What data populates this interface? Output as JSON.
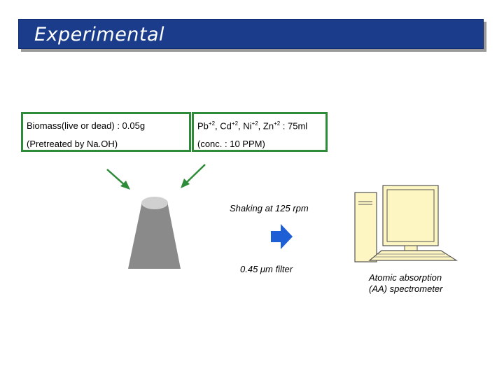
{
  "header": {
    "title": "Experimental"
  },
  "reagents": {
    "biomass_line1": "Biomass(live or dead) : 0.05g",
    "biomass_line2": "(Pretreated by Na.OH)",
    "metals": {
      "pb": "Pb",
      "pb_charge": "+2",
      "cd": "Cd",
      "cd_charge": "+2",
      "ni": "Ni",
      "ni_charge": "+2",
      "zn": "Zn",
      "zn_charge": "+2",
      "volume": " : 75ml"
    },
    "metals_line2": "(conc. : 10 PPM)"
  },
  "process": {
    "shaking": "Shaking at 125 rpm",
    "filter_size": "0.45 ",
    "filter_unit": "μm",
    "filter_word": " filter"
  },
  "instrument": {
    "line1": "Atomic absorption",
    "line2": "(AA) spectrometer"
  },
  "colors": {
    "title_bar": "#1a3c8a",
    "box_border": "#2e8b3a",
    "arrow_green": "#2e8b3a",
    "arrow_blue": "#1f5fd6",
    "flask": "#8c8c8c",
    "computer": "#fdf6c3"
  }
}
